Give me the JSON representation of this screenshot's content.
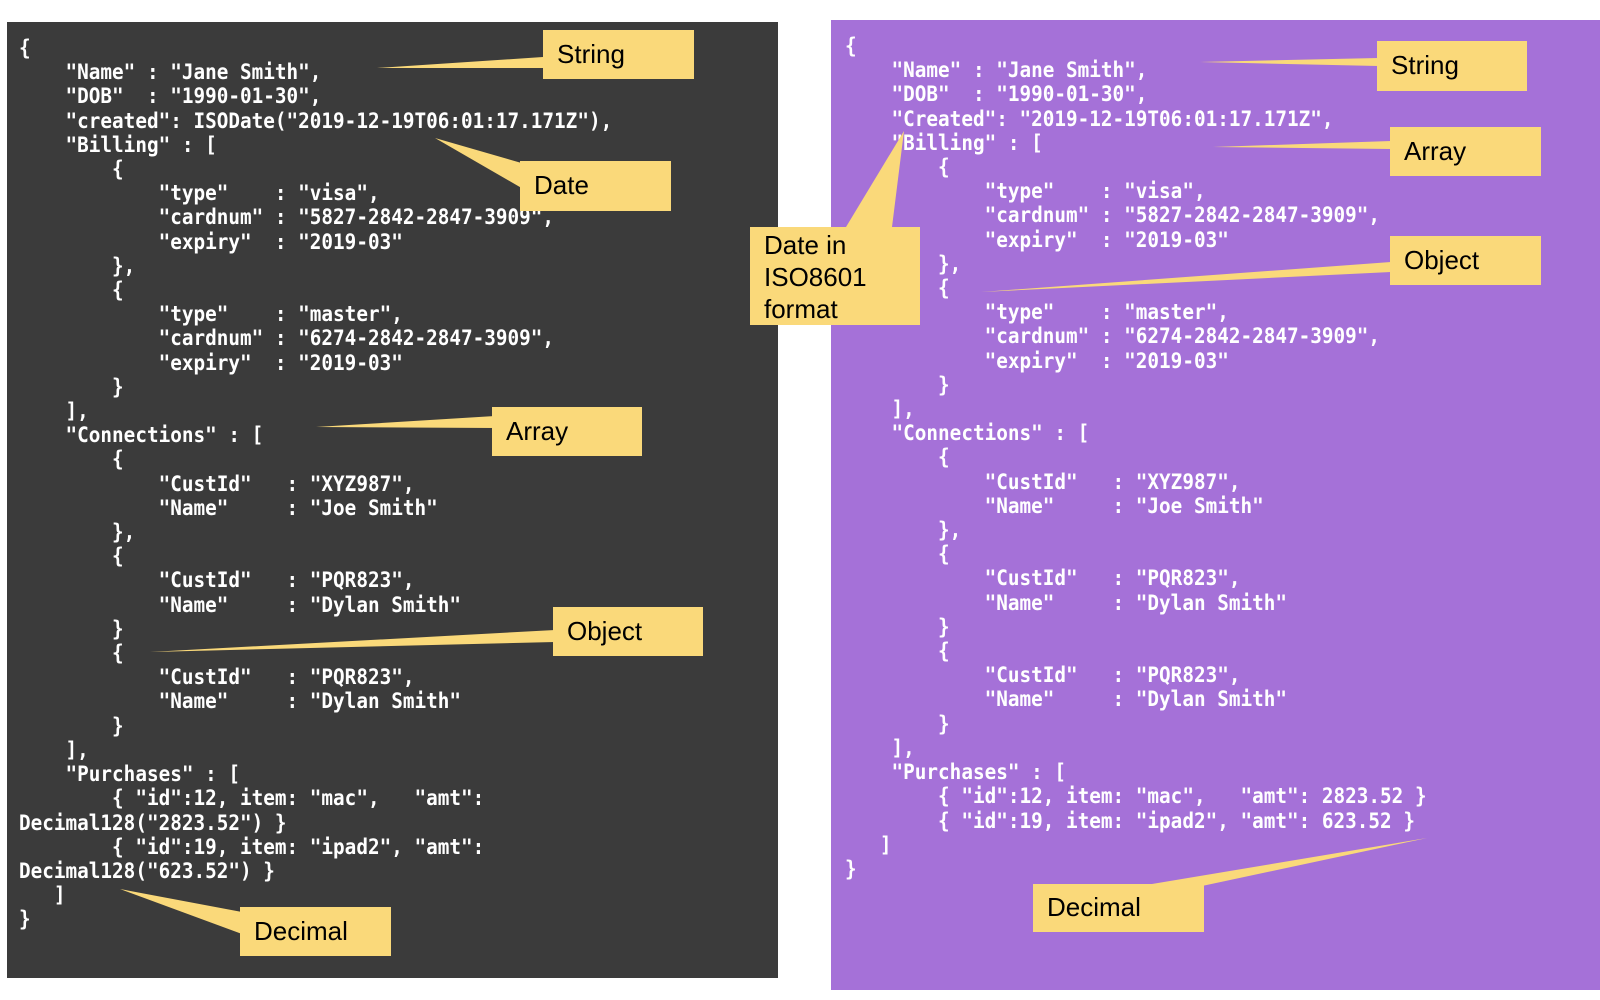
{
  "left_panel": {
    "background": "#3b3b3b",
    "code": "{\n    \"Name\" : \"Jane Smith\",\n    \"DOB\"  : \"1990-01-30\",\n    \"created\": ISODate(\"2019-12-19T06:01:17.171Z\"),\n    \"Billing\" : [\n        {\n            \"type\"    : \"visa\",\n            \"cardnum\" : \"5827-2842-2847-3909\",\n            \"expiry\"  : \"2019-03\"\n        },\n        {\n            \"type\"    : \"master\",\n            \"cardnum\" : \"6274-2842-2847-3909\",\n            \"expiry\"  : \"2019-03\"\n        }\n    ],\n    \"Connections\" : [\n        {\n            \"CustId\"   : \"XYZ987\",\n            \"Name\"     : \"Joe Smith\"\n        },\n        {\n            \"CustId\"   : \"PQR823\",\n            \"Name\"     : \"Dylan Smith\"\n        }\n        {\n            \"CustId\"   : \"PQR823\",\n            \"Name\"     : \"Dylan Smith\"\n        }\n    ],\n    \"Purchases\" : [\n        { \"id\":12, item: \"mac\",   \"amt\":\nDecimal128(\"2823.52\") }\n        { \"id\":19, item: \"ipad2\", \"amt\":\nDecimal128(\"623.52\") }\n   ]\n}",
    "callouts": {
      "string": "String",
      "date": "Date",
      "array": "Array",
      "object": "Object",
      "decimal": "Decimal"
    }
  },
  "right_panel": {
    "background": "#a571d8",
    "code": "{\n    \"Name\" : \"Jane Smith\",\n    \"DOB\"  : \"1990-01-30\",\n    \"Created\": \"2019-12-19T06:01:17.171Z\",\n    \"Billing\" : [\n        {\n            \"type\"    : \"visa\",\n            \"cardnum\" : \"5827-2842-2847-3909\",\n            \"expiry\"  : \"2019-03\"\n        },\n        {\n            \"type\"    : \"master\",\n            \"cardnum\" : \"6274-2842-2847-3909\",\n            \"expiry\"  : \"2019-03\"\n        }\n    ],\n    \"Connections\" : [\n        {\n            \"CustId\"   : \"XYZ987\",\n            \"Name\"     : \"Joe Smith\"\n        },\n        {\n            \"CustId\"   : \"PQR823\",\n            \"Name\"     : \"Dylan Smith\"\n        }\n        {\n            \"CustId\"   : \"PQR823\",\n            \"Name\"     : \"Dylan Smith\"\n        }\n    ],\n    \"Purchases\" : [\n        { \"id\":12, item: \"mac\",   \"amt\": 2823.52 }\n        { \"id\":19, item: \"ipad2\", \"amt\": 623.52 }\n   ]\n}",
    "callouts": {
      "string": "String",
      "array": "Array",
      "object": "Object",
      "decimal": "Decimal"
    }
  },
  "center_callout": {
    "date_iso": "Date in ISO8601 format"
  },
  "colors": {
    "callout_fill": "#fad97a",
    "code_text": "#ffffff",
    "callout_text": "#000000"
  }
}
